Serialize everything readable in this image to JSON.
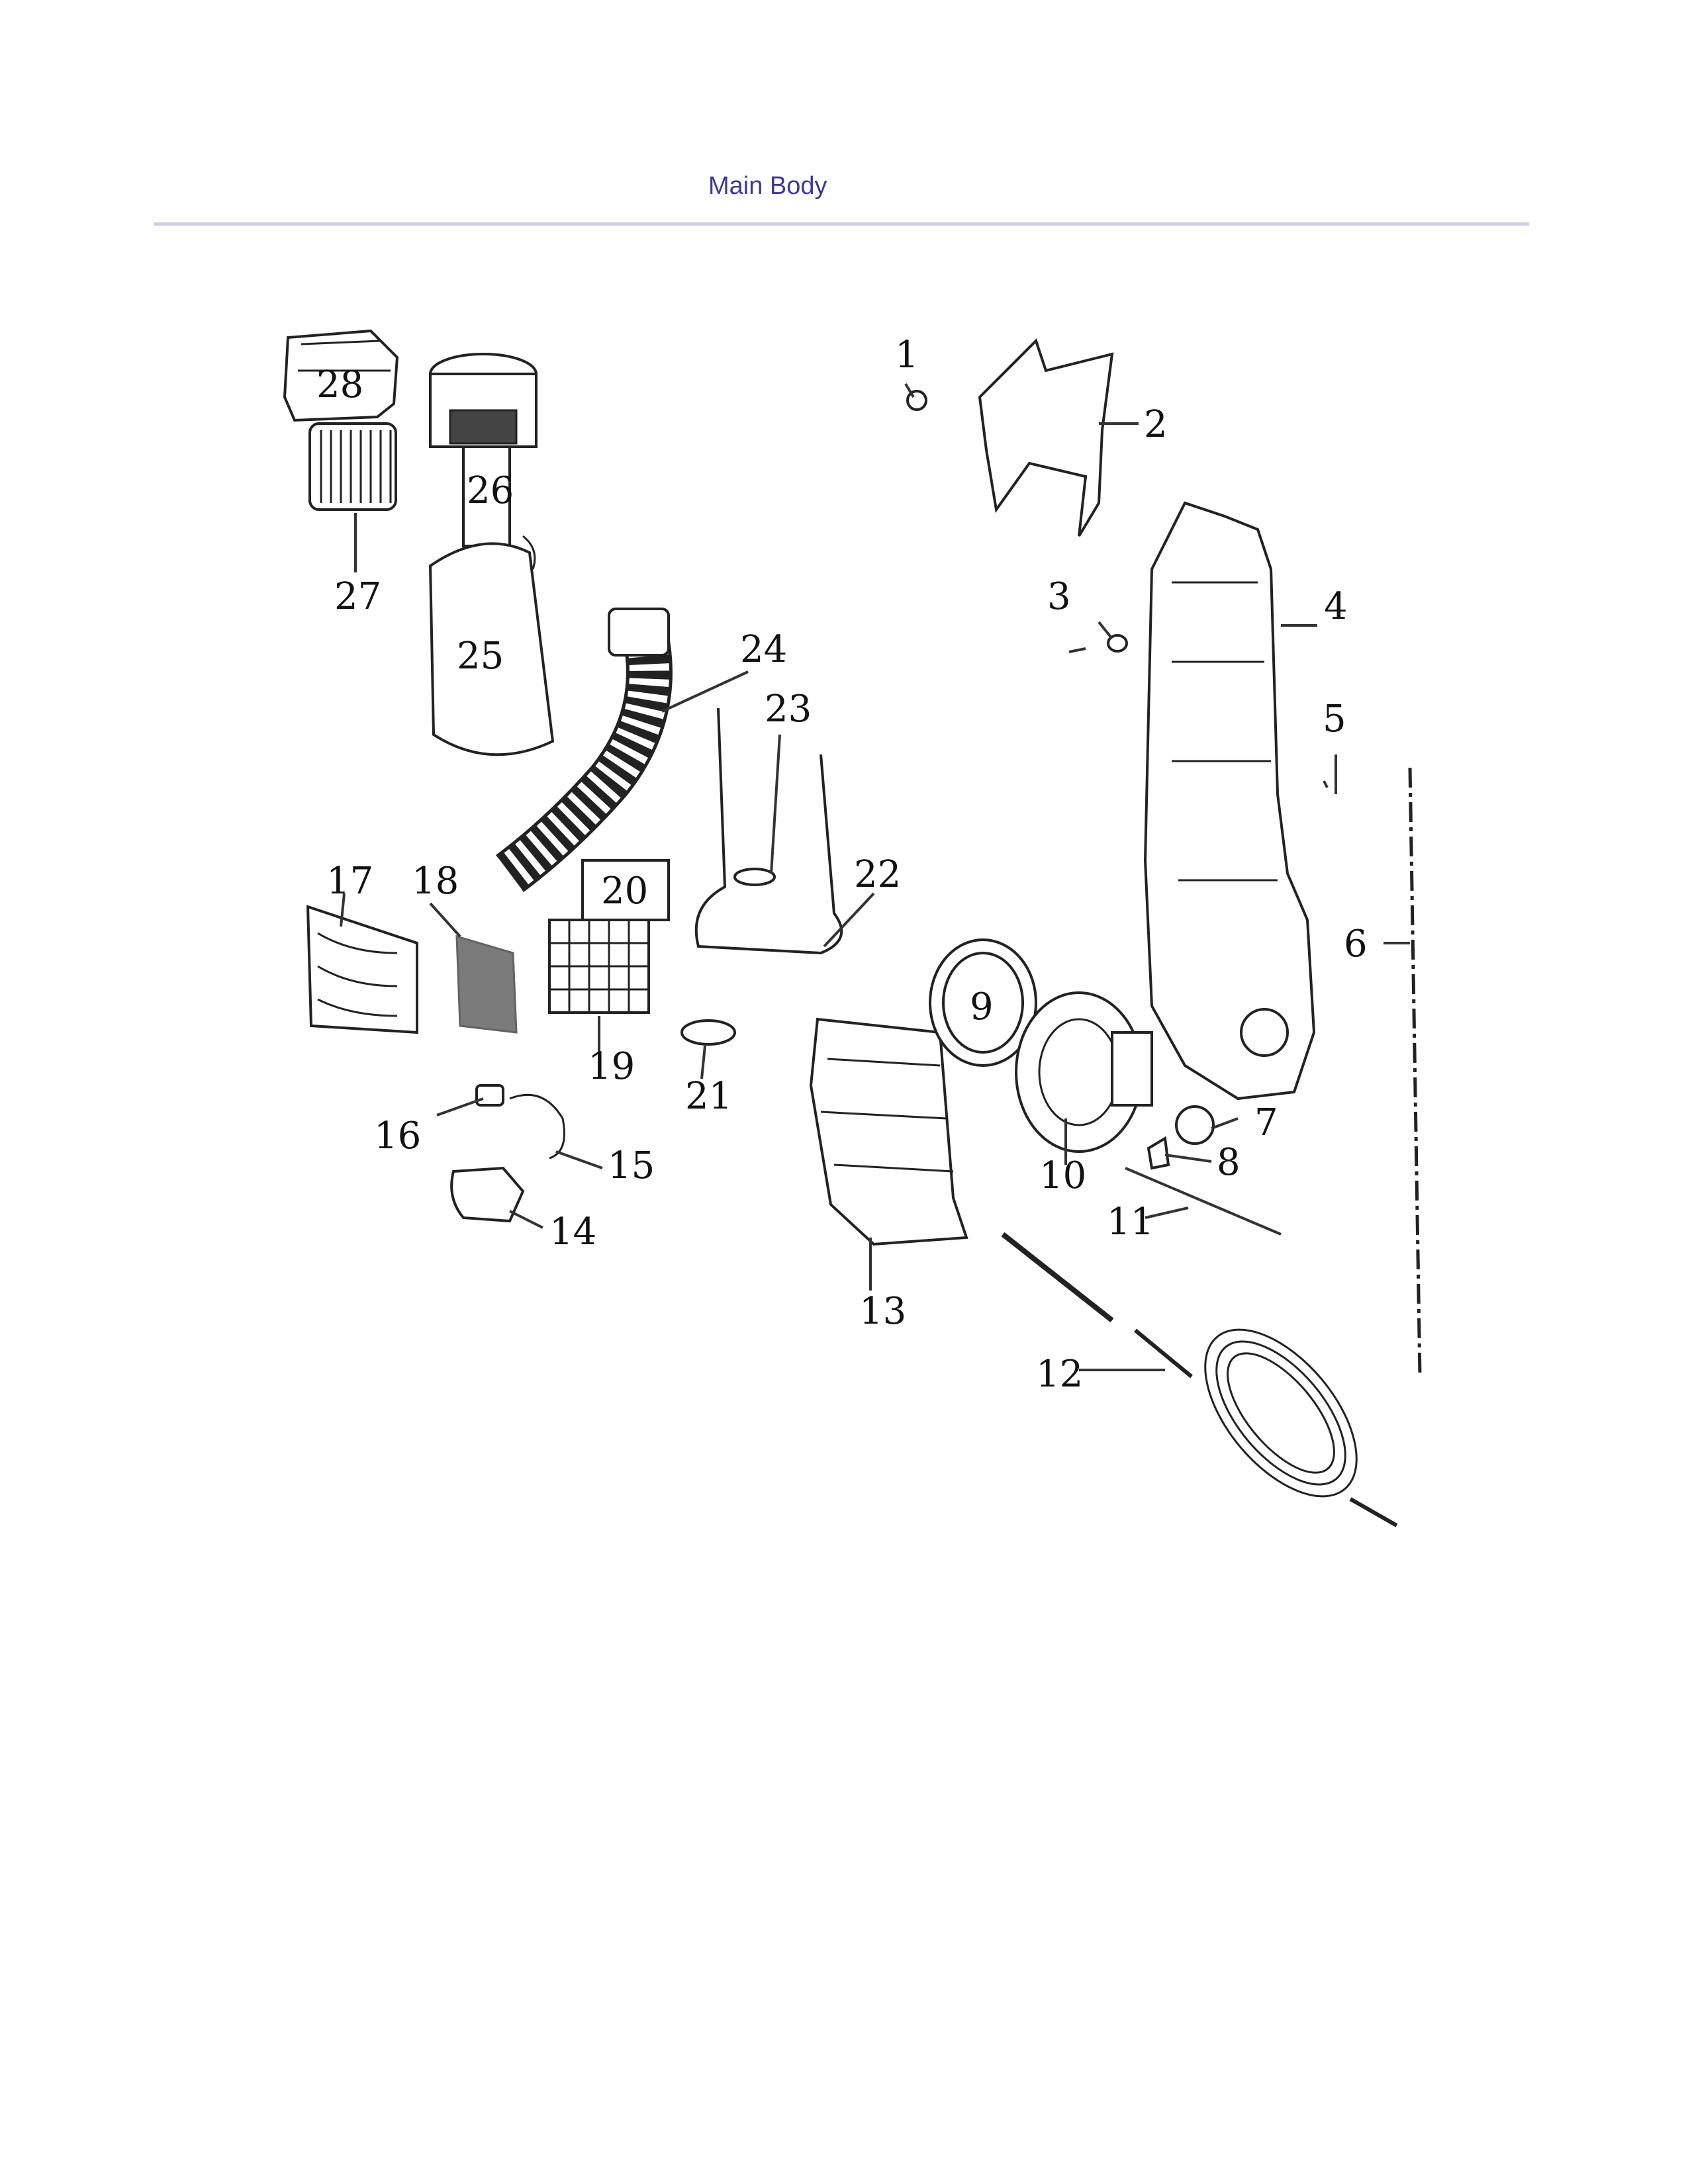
{
  "page": {
    "title": "Main Body",
    "accent_color": "#3b3a96",
    "rule_color": "#cfcfe6"
  },
  "diagram": {
    "callouts": [
      "1",
      "2",
      "3",
      "4",
      "5",
      "6",
      "7",
      "8",
      "9",
      "10",
      "11",
      "12",
      "13",
      "14",
      "15",
      "16",
      "17",
      "18",
      "19",
      "20",
      "21",
      "22",
      "23",
      "24",
      "25",
      "26",
      "27",
      "28"
    ]
  }
}
